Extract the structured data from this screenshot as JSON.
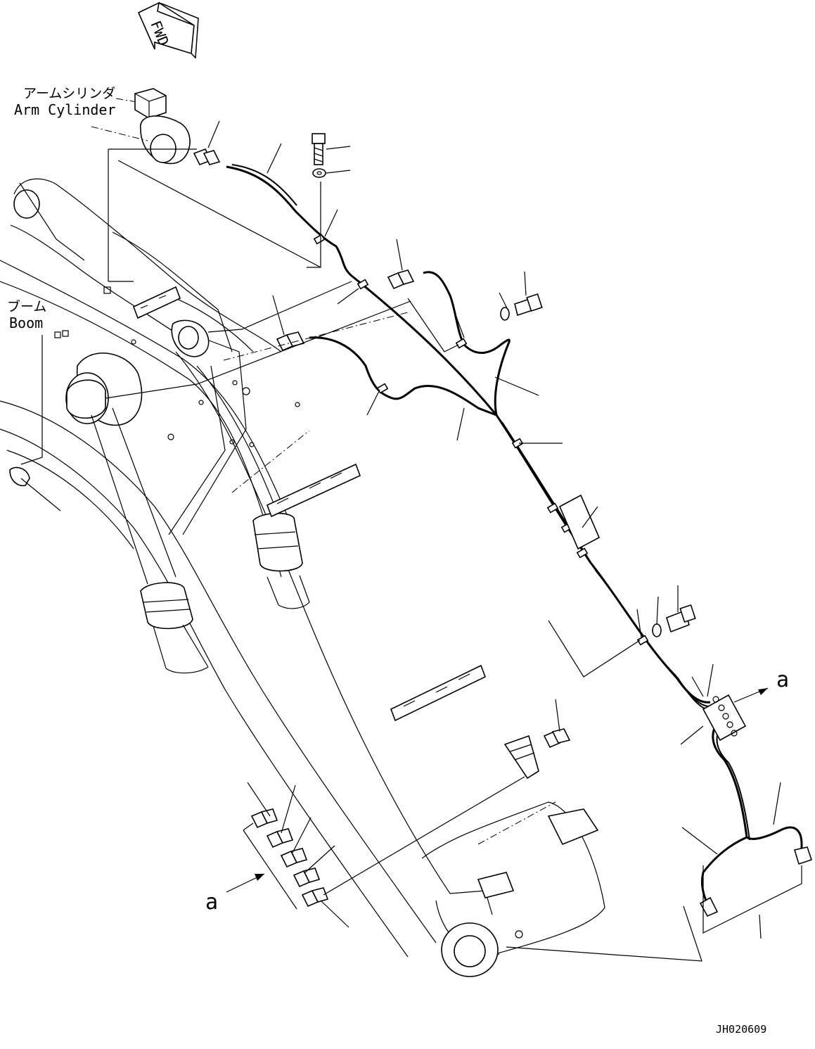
{
  "fwd_arrow": {
    "text": "FWD"
  },
  "labels": {
    "arm_cylinder_jp": "アームシリンダ",
    "arm_cylinder_en": "Arm Cylinder",
    "boom_jp": "ブーム",
    "boom_en": "Boom",
    "view_ref_right": "a",
    "view_ref_left": "a"
  },
  "drawing_number": "JH020609",
  "icons": [
    "fwd-arrow-icon",
    "grease-fitting-icon",
    "bolt-icon",
    "washer-icon",
    "clamp-icon"
  ]
}
